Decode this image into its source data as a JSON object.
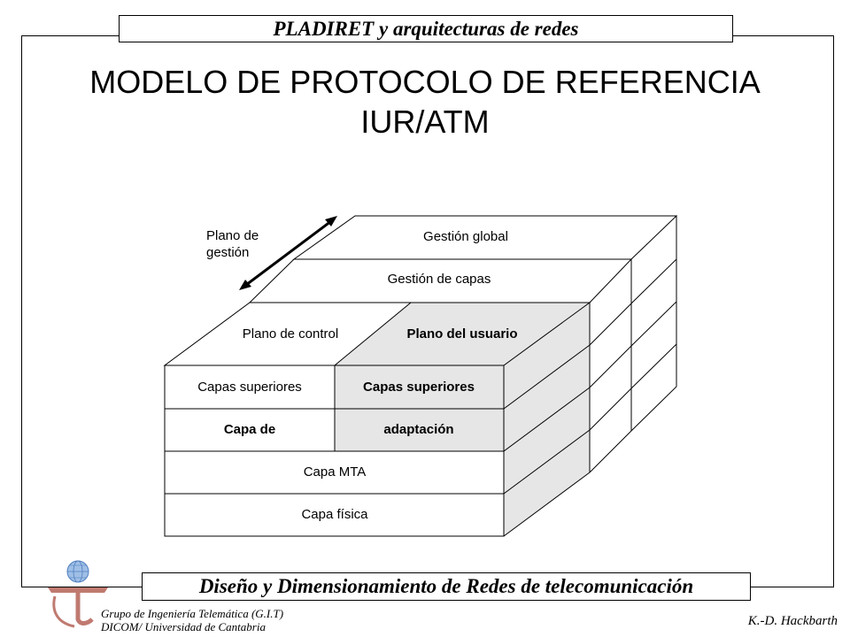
{
  "header": {
    "course_title": "PLADIRET y arquitecturas de redes"
  },
  "slide": {
    "title_line1": "MODELO DE PROTOCOLO DE REFERENCIA",
    "title_line2": "IUR/ATM"
  },
  "diagram": {
    "management_plane_label_line1": "Plano de",
    "management_plane_label_line2": "gestión",
    "global_management": "Gestión  global",
    "layer_management": "Gestión de capas",
    "control_plane": "Plano de control",
    "user_plane": "Plano del usuario",
    "upper_layers_control": "Capas superiores",
    "upper_layers_user": "Capas superiores",
    "adaptation_left": "Capa de",
    "adaptation_right": "adaptación",
    "atm_layer": "Capa MTA",
    "physical_layer": "Capa física",
    "user_plane_shade": "#e6e6e6"
  },
  "footer": {
    "course_subtitle": "Diseño y Dimensionamiento de Redes de telecomunicación",
    "group_line1": "Grupo de Ingeniería Telemática (G.I.T)",
    "group_line2": "DICOM/ Universidad de Cantabria",
    "author": "K.-D. Hackbarth"
  }
}
